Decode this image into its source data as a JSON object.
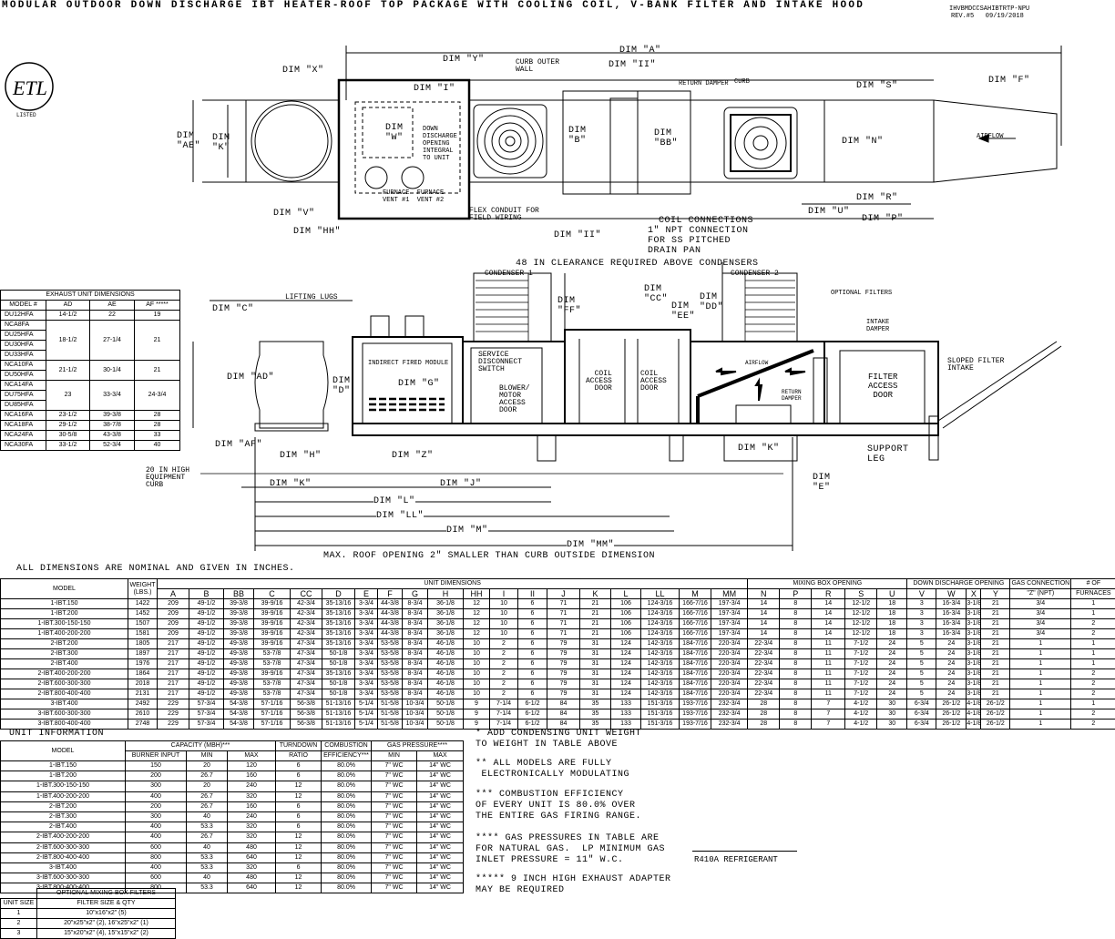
{
  "header": {
    "title": "MODULAR OUTDOOR DOWN DISCHARGE IBT HEATER-ROOF TOP PACKAGE WITH COOLING COIL, V-BANK FILTER AND INTAKE HOOD",
    "doc_id": "IHVBMDCCSAHIBTRTP-NPU",
    "revision": "REV.#5   09/19/2018",
    "logo": "ETL LISTED"
  },
  "plan_view": {
    "dim_a": "DIM \"A\"",
    "dim_x": "DIM \"X\"",
    "dim_y": "DIM \"Y\"",
    "curb_outer_wall": "CURB OUTER\nWALL",
    "dim_ii_top": "DIM \"II\"",
    "dim_i": "DIM \"I\"",
    "dim_f": "DIM \"F\"",
    "dim_s": "DIM \"S\"",
    "return_damper": "RETURN DAMPER",
    "curb": "CURB",
    "dim_ae": "DIM\n\"AE\"",
    "dim_k": "DIM\n\"K\"",
    "dim_w": "DIM\n\"W\"",
    "down_discharge": "DOWN\nDISCHARGE\nOPENING\nINTEGRAL\nTO UNIT",
    "dim_b": "DIM\n\"B\"",
    "dim_bb": "DIM\n\"BB\"",
    "dim_n": "DIM \"N\"",
    "airflow": "AIRFLOW",
    "furnace_vents": "FURNACE  FURNACE\nVENT #1  VENT #2",
    "flex_conduit": "FLEX CONDUIT FOR\nFIELD WIRING",
    "dim_v": "DIM \"V\"",
    "dim_hh": "DIM \"HH\"",
    "dim_ii_bottom": "DIM \"II\"",
    "coil_connections": "COIL CONNECTIONS",
    "npt_connection": "1\" NPT CONNECTION\nFOR SS PITCHED\nDRAIN PAN",
    "dim_r": "DIM \"R\"",
    "dim_u": "DIM \"U\"",
    "dim_p": "DIM \"P\""
  },
  "elevation_view": {
    "clearance": "48 IN CLEARANCE REQUIRED ABOVE CONDENSERS",
    "condenser_1": "CONDENSER 1",
    "condenser_2": "CONDENSER 2",
    "lifting_lugs": "LIFTING LUGS",
    "dim_c": "DIM \"C\"",
    "dim_ff": "DIM\n\"FF\"",
    "dim_cc": "DIM\n\"CC\"",
    "dim_ee": "DIM\n\"EE\"",
    "dim_dd": "DIM\n\"DD\"",
    "optional_filters": "OPTIONAL FILTERS",
    "intake_damper": "INTAKE\nDAMPER",
    "dim_ad": "DIM \"AD\"",
    "dim_d": "DIM\n\"D\"",
    "indirect_fired_module": "INDIRECT FIRED MODULE",
    "dim_g": "DIM \"G\"",
    "service_disconnect": "SERVICE\nDISCONNECT\nSWITCH",
    "blower_door": "BLOWER/\nMOTOR\nACCESS\nDOOR",
    "coil_door_1": "COIL\nACCESS\nDOOR",
    "coil_door_2": "COIL\nACCESS\nDOOR",
    "airflow": "AIRFLOW",
    "return_damper": "RETURN\nDAMPER",
    "filter_door": "FILTER\nACCESS\nDOOR",
    "sloped_filter": "SLOPED FILTER\nINTAKE",
    "dim_af": "DIM \"AF\"",
    "dim_h": "DIM \"H\"",
    "dim_z": "DIM \"Z\"",
    "dim_k_mid": "DIM \"K\"",
    "support_leg": "SUPPORT\nLEG",
    "curb_note": "20 IN HIGH\nEQUIPMENT\nCURB",
    "dim_k_low": "DIM \"K\"",
    "dim_j": "DIM \"J\"",
    "dim_e": "DIM\n\"E\"",
    "dim_l": "DIM \"L\"",
    "dim_ll": "DIM \"LL\"",
    "dim_m": "DIM \"M\"",
    "dim_mm": "DIM \"MM\"",
    "roof_opening": "MAX. ROOF OPENING 2\" SMALLER THAN CURB OUTSIDE DIMENSION"
  },
  "nominal_note": "ALL DIMENSIONS ARE NOMINAL AND GIVEN IN INCHES.",
  "exhaust_table": {
    "title": "EXHAUST UNIT DIMENSIONS",
    "headers": [
      "MODEL #",
      "AD",
      "AE",
      "AF *****"
    ],
    "groups": [
      {
        "models": [
          "DU12HFA"
        ],
        "ad": "14-1/2",
        "ae": "22",
        "af": "19"
      },
      {
        "models": [
          "NCA8FA",
          "DU25HFA",
          "DU30HFA",
          "DU33HFA"
        ],
        "ad": "18-1/2",
        "ae": "27-1/4",
        "af": "21"
      },
      {
        "models": [
          "NCA10FA",
          "DU50HFA"
        ],
        "ad": "21-1/2",
        "ae": "30-1/4",
        "af": "21"
      },
      {
        "models": [
          "NCA14FA",
          "DU75HFA",
          "DU85HFA"
        ],
        "ad": "23",
        "ae": "33-3/4",
        "af": "24-3/4"
      },
      {
        "models": [
          "NCA16FA"
        ],
        "ad": "23-1/2",
        "ae": "39-3/8",
        "af": "28"
      },
      {
        "models": [
          "NCA18FA"
        ],
        "ad": "29-1/2",
        "ae": "38-7/8",
        "af": "28"
      },
      {
        "models": [
          "NCA24FA"
        ],
        "ad": "30-5/8",
        "ae": "43-3/8",
        "af": "33"
      },
      {
        "models": [
          "NCA30FA"
        ],
        "ad": "33-1/2",
        "ae": "52-3/4",
        "af": "40"
      }
    ]
  },
  "dimension_table": {
    "group_headers": {
      "model": "MODEL",
      "weight": "WEIGHT\n(LBS.)",
      "unit": "UNIT DIMENSIONS",
      "mixing": "MIXING BOX OPENING",
      "discharge": "DOWN DISCHARGE OPENING",
      "gas": "GAS CONNECTION",
      "gas_sub": "\"Z\" (NPT)",
      "furn": "# OF",
      "furn_sub": "FURNACES"
    },
    "columns": [
      "A",
      "B",
      "BB",
      "C",
      "CC",
      "D",
      "E",
      "F",
      "G",
      "H",
      "HH",
      "I",
      "II",
      "J",
      "K",
      "L",
      "LL",
      "M",
      "MM",
      "N",
      "P",
      "R",
      "S",
      "U",
      "V",
      "W",
      "X",
      "Y"
    ],
    "rows": [
      [
        "1-IBT.150",
        "1422",
        "209",
        "49-1/2",
        "39-3/8",
        "39-9/16",
        "42-3/4",
        "35-13/16",
        "3-3/4",
        "44-3/8",
        "8-3/4",
        "36-1/8",
        "12",
        "10",
        "6",
        "71",
        "21",
        "106",
        "124-3/16",
        "166-7/16",
        "197-3/4",
        "14",
        "8",
        "14",
        "12-1/2",
        "18",
        "3",
        "16-3/4",
        "3-1/8",
        "21",
        "3/4",
        "1"
      ],
      [
        "1-IBT.200",
        "1452",
        "209",
        "49-1/2",
        "39-3/8",
        "39-9/16",
        "42-3/4",
        "35-13/16",
        "3-3/4",
        "44-3/8",
        "8-3/4",
        "36-1/8",
        "12",
        "10",
        "6",
        "71",
        "21",
        "106",
        "124-3/16",
        "166-7/16",
        "197-3/4",
        "14",
        "8",
        "14",
        "12-1/2",
        "18",
        "3",
        "16-3/4",
        "3-1/8",
        "21",
        "3/4",
        "1"
      ],
      [
        "1-IBT.300-150-150",
        "1507",
        "209",
        "49-1/2",
        "39-3/8",
        "39-9/16",
        "42-3/4",
        "35-13/16",
        "3-3/4",
        "44-3/8",
        "8-3/4",
        "36-1/8",
        "12",
        "10",
        "6",
        "71",
        "21",
        "106",
        "124-3/16",
        "166-7/16",
        "197-3/4",
        "14",
        "8",
        "14",
        "12-1/2",
        "18",
        "3",
        "16-3/4",
        "3-1/8",
        "21",
        "3/4",
        "2"
      ],
      [
        "1-IBT.400-200-200",
        "1581",
        "209",
        "49-1/2",
        "39-3/8",
        "39-9/16",
        "42-3/4",
        "35-13/16",
        "3-3/4",
        "44-3/8",
        "8-3/4",
        "36-1/8",
        "12",
        "10",
        "6",
        "71",
        "21",
        "106",
        "124-3/16",
        "166-7/16",
        "197-3/4",
        "14",
        "8",
        "14",
        "12-1/2",
        "18",
        "3",
        "16-3/4",
        "3-1/8",
        "21",
        "3/4",
        "2"
      ],
      [
        "2-IBT.200",
        "1805",
        "217",
        "49-1/2",
        "49-3/8",
        "39-9/16",
        "47-3/4",
        "35-13/16",
        "3-3/4",
        "53-5/8",
        "8-3/4",
        "46-1/8",
        "10",
        "2",
        "6",
        "79",
        "31",
        "124",
        "142-3/16",
        "184-7/16",
        "220-3/4",
        "22-3/4",
        "8",
        "11",
        "7-1/2",
        "24",
        "5",
        "24",
        "3-1/8",
        "21",
        "1",
        "1"
      ],
      [
        "2-IBT.300",
        "1897",
        "217",
        "49-1/2",
        "49-3/8",
        "53-7/8",
        "47-3/4",
        "50-1/8",
        "3-3/4",
        "53-5/8",
        "8-3/4",
        "46-1/8",
        "10",
        "2",
        "6",
        "79",
        "31",
        "124",
        "142-3/16",
        "184-7/16",
        "220-3/4",
        "22-3/4",
        "8",
        "11",
        "7-1/2",
        "24",
        "5",
        "24",
        "3-1/8",
        "21",
        "1",
        "1"
      ],
      [
        "2-IBT.400",
        "1976",
        "217",
        "49-1/2",
        "49-3/8",
        "53-7/8",
        "47-3/4",
        "50-1/8",
        "3-3/4",
        "53-5/8",
        "8-3/4",
        "46-1/8",
        "10",
        "2",
        "6",
        "79",
        "31",
        "124",
        "142-3/16",
        "184-7/16",
        "220-3/4",
        "22-3/4",
        "8",
        "11",
        "7-1/2",
        "24",
        "5",
        "24",
        "3-1/8",
        "21",
        "1",
        "1"
      ],
      [
        "2-IBT.400-200-200",
        "1864",
        "217",
        "49-1/2",
        "49-3/8",
        "39-9/16",
        "47-3/4",
        "35-13/16",
        "3-3/4",
        "53-5/8",
        "8-3/4",
        "46-1/8",
        "10",
        "2",
        "6",
        "79",
        "31",
        "124",
        "142-3/16",
        "184-7/16",
        "220-3/4",
        "22-3/4",
        "8",
        "11",
        "7-1/2",
        "24",
        "5",
        "24",
        "3-1/8",
        "21",
        "1",
        "2"
      ],
      [
        "2-IBT.600-300-300",
        "2018",
        "217",
        "49-1/2",
        "49-3/8",
        "53-7/8",
        "47-3/4",
        "50-1/8",
        "3-3/4",
        "53-5/8",
        "8-3/4",
        "46-1/8",
        "10",
        "2",
        "6",
        "79",
        "31",
        "124",
        "142-3/16",
        "184-7/16",
        "220-3/4",
        "22-3/4",
        "8",
        "11",
        "7-1/2",
        "24",
        "5",
        "24",
        "3-1/8",
        "21",
        "1",
        "2"
      ],
      [
        "2-IBT.800-400-400",
        "2131",
        "217",
        "49-1/2",
        "49-3/8",
        "53-7/8",
        "47-3/4",
        "50-1/8",
        "3-3/4",
        "53-5/8",
        "8-3/4",
        "46-1/8",
        "10",
        "2",
        "6",
        "79",
        "31",
        "124",
        "142-3/16",
        "184-7/16",
        "220-3/4",
        "22-3/4",
        "8",
        "11",
        "7-1/2",
        "24",
        "5",
        "24",
        "3-1/8",
        "21",
        "1",
        "2"
      ],
      [
        "3-IBT.400",
        "2492",
        "229",
        "57-3/4",
        "54-3/8",
        "57-1/16",
        "56-3/8",
        "51-13/16",
        "5-1/4",
        "51-5/8",
        "10-3/4",
        "50-1/8",
        "9",
        "7-1/4",
        "6-1/2",
        "84",
        "35",
        "133",
        "151-3/16",
        "193-7/16",
        "232-3/4",
        "28",
        "8",
        "7",
        "4-1/2",
        "30",
        "6-3/4",
        "26-1/2",
        "4-1/8",
        "26-1/2",
        "1",
        "1"
      ],
      [
        "3-IBT.600-300-300",
        "2610",
        "229",
        "57-3/4",
        "54-3/8",
        "57-1/16",
        "56-3/8",
        "51-13/16",
        "5-1/4",
        "51-5/8",
        "10-3/4",
        "50-1/8",
        "9",
        "7-1/4",
        "6-1/2",
        "84",
        "35",
        "133",
        "151-3/16",
        "193-7/16",
        "232-3/4",
        "28",
        "8",
        "7",
        "4-1/2",
        "30",
        "6-3/4",
        "26-1/2",
        "4-1/8",
        "26-1/2",
        "1",
        "2"
      ],
      [
        "3-IBT.800-400-400",
        "2748",
        "229",
        "57-3/4",
        "54-3/8",
        "57-1/16",
        "56-3/8",
        "51-13/16",
        "5-1/4",
        "51-5/8",
        "10-3/4",
        "50-1/8",
        "9",
        "7-1/4",
        "6-1/2",
        "84",
        "35",
        "133",
        "151-3/16",
        "193-7/16",
        "232-3/4",
        "28",
        "8",
        "7",
        "4-1/2",
        "30",
        "6-3/4",
        "26-1/2",
        "4-1/8",
        "26-1/2",
        "1",
        "2"
      ]
    ]
  },
  "unit_info": {
    "title": "UNIT INFORMATION",
    "headers": {
      "model": "MODEL",
      "capacity": "CAPACITY (MBH)***",
      "burner": "BURNER INPUT",
      "min": "MIN",
      "max": "MAX",
      "turndown": "TURNDOWN",
      "ratio": "RATIO",
      "combustion": "COMBUSTION",
      "efficiency": "EFFICIENCY***",
      "gas": "GAS PRESSURE****",
      "gmin": "MIN",
      "gmax": "MAX"
    },
    "rows": [
      [
        "1-IBT.150",
        "150",
        "20",
        "120",
        "6",
        "80.0%",
        "7\" WC",
        "14\" WC"
      ],
      [
        "1-IBT.200",
        "200",
        "26.7",
        "160",
        "6",
        "80.0%",
        "7\" WC",
        "14\" WC"
      ],
      [
        "1-IBT.300-150-150",
        "300",
        "20",
        "240",
        "12",
        "80.0%",
        "7\" WC",
        "14\" WC"
      ],
      [
        "1-IBT.400-200-200",
        "400",
        "26.7",
        "320",
        "12",
        "80.0%",
        "7\" WC",
        "14\" WC"
      ],
      [
        "2-IBT.200",
        "200",
        "26.7",
        "160",
        "6",
        "80.0%",
        "7\" WC",
        "14\" WC"
      ],
      [
        "2-IBT.300",
        "300",
        "40",
        "240",
        "6",
        "80.0%",
        "7\" WC",
        "14\" WC"
      ],
      [
        "2-IBT.400",
        "400",
        "53.3",
        "320",
        "6",
        "80.0%",
        "7\" WC",
        "14\" WC"
      ],
      [
        "2-IBT.400-200-200",
        "400",
        "26.7",
        "320",
        "12",
        "80.0%",
        "7\" WC",
        "14\" WC"
      ],
      [
        "2-IBT.600-300-300",
        "600",
        "40",
        "480",
        "12",
        "80.0%",
        "7\" WC",
        "14\" WC"
      ],
      [
        "2-IBT.800-400-400",
        "800",
        "53.3",
        "640",
        "12",
        "80.0%",
        "7\" WC",
        "14\" WC"
      ],
      [
        "3-IBT.400",
        "400",
        "53.3",
        "320",
        "6",
        "80.0%",
        "7\" WC",
        "14\" WC"
      ],
      [
        "3-IBT.600-300-300",
        "600",
        "40",
        "480",
        "12",
        "80.0%",
        "7\" WC",
        "14\" WC"
      ],
      [
        "3-IBT.800-400-400",
        "800",
        "53.3",
        "640",
        "12",
        "80.0%",
        "7\" WC",
        "14\" WC"
      ]
    ]
  },
  "filters_table": {
    "title": "OPTIONAL MIXING BOX FILTERS",
    "unit_size": "UNIT SIZE",
    "filter_size": "FILTER SIZE & QTY",
    "rows": [
      [
        "1",
        "10\"x16\"x2\" (5)"
      ],
      [
        "2",
        "20\"x25\"x2\" (2), 16\"x25\"x2\" (1)"
      ],
      [
        "3",
        "15\"x20\"x2\" (4), 15\"x15\"x2\" (2)"
      ]
    ]
  },
  "notes": [
    "* ADD CONDENSING UNIT WEIGHT\nTO WEIGHT IN TABLE ABOVE",
    "** ALL MODELS ARE FULLY\n ELECTRONICALLY MODULATING",
    "*** COMBUSTION EFFICIENCY\nOF EVERY UNIT IS 80.0% OVER\nTHE ENTIRE GAS FIRING RANGE.",
    "**** GAS PRESSURES IN TABLE ARE\nFOR NATURAL GAS.  LP MINIMUM GAS\nINLET PRESSURE = 11\" W.C.",
    "***** 9 INCH HIGH EXHAUST ADAPTER\nMAY BE REQUIRED"
  ],
  "refrigerant": "R410A REFRIGERANT"
}
